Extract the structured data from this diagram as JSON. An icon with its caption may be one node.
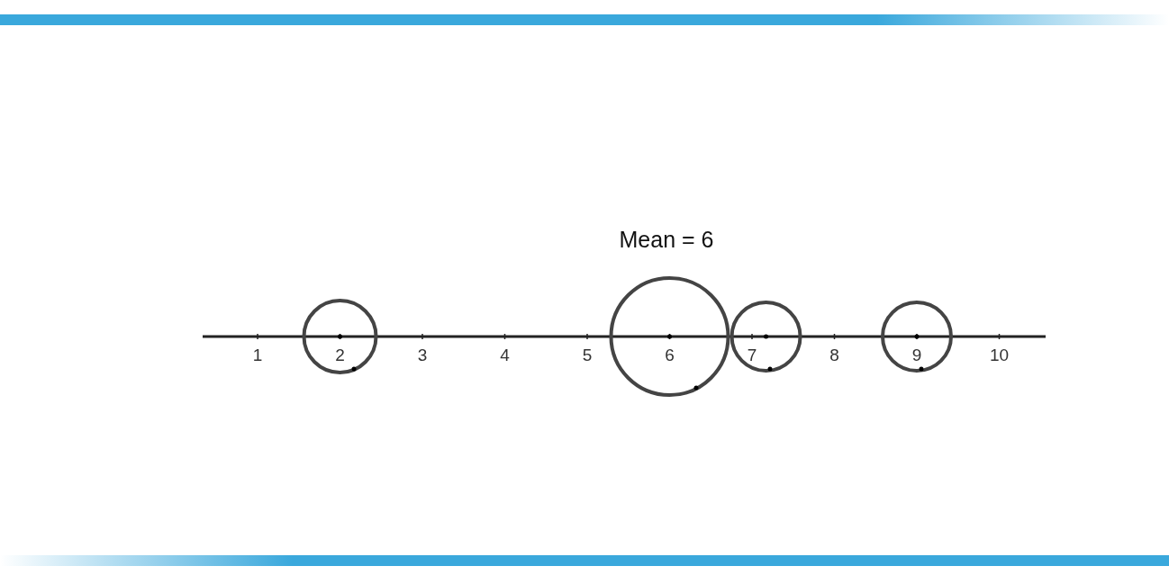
{
  "diagram": {
    "labels": [
      "Mean = 6",
      "1",
      "2",
      "3",
      "4",
      "5",
      "6",
      "7",
      "8",
      "9",
      "10"
    ]
  }
}
